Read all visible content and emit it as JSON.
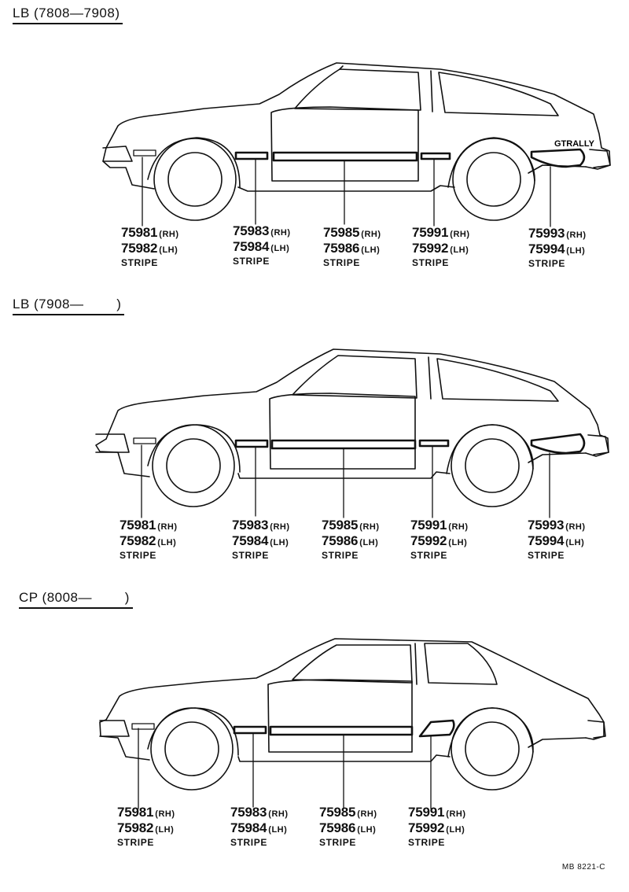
{
  "sections": [
    {
      "heading": "LB (7808—7908)",
      "badge": "GTRALLY",
      "callouts": [
        {
          "rh": "75981",
          "rh_side": "(RH)",
          "lh": "75982",
          "lh_side": "(LH)",
          "desc": "STRIPE"
        },
        {
          "rh": "75983",
          "rh_side": "(RH)",
          "lh": "75984",
          "lh_side": "(LH)",
          "desc": "STRIPE"
        },
        {
          "rh": "75985",
          "rh_side": "(RH)",
          "lh": "75986",
          "lh_side": "(LH)",
          "desc": "STRIPE"
        },
        {
          "rh": "75991",
          "rh_side": "(RH)",
          "lh": "75992",
          "lh_side": "(LH)",
          "desc": "STRIPE"
        },
        {
          "rh": "75993",
          "rh_side": "(RH)",
          "lh": "75994",
          "lh_side": "(LH)",
          "desc": "STRIPE"
        }
      ]
    },
    {
      "heading": "LB (7908—        )",
      "callouts": [
        {
          "rh": "75981",
          "rh_side": "(RH)",
          "lh": "75982",
          "lh_side": "(LH)",
          "desc": "STRIPE"
        },
        {
          "rh": "75983",
          "rh_side": "(RH)",
          "lh": "75984",
          "lh_side": "(LH)",
          "desc": "STRIPE"
        },
        {
          "rh": "75985",
          "rh_side": "(RH)",
          "lh": "75986",
          "lh_side": "(LH)",
          "desc": "STRIPE"
        },
        {
          "rh": "75991",
          "rh_side": "(RH)",
          "lh": "75992",
          "lh_side": "(LH)",
          "desc": "STRIPE"
        },
        {
          "rh": "75993",
          "rh_side": "(RH)",
          "lh": "75994",
          "lh_side": "(LH)",
          "desc": "STRIPE"
        }
      ]
    },
    {
      "heading": "CP (8008—        )",
      "callouts": [
        {
          "rh": "75981",
          "rh_side": "(RH)",
          "lh": "75982",
          "lh_side": "(LH)",
          "desc": "STRIPE"
        },
        {
          "rh": "75983",
          "rh_side": "(RH)",
          "lh": "75984",
          "lh_side": "(LH)",
          "desc": "STRIPE"
        },
        {
          "rh": "75985",
          "rh_side": "(RH)",
          "lh": "75986",
          "lh_side": "(LH)",
          "desc": "STRIPE"
        },
        {
          "rh": "75991",
          "rh_side": "(RH)",
          "lh": "75992",
          "lh_side": "(LH)",
          "desc": "STRIPE"
        }
      ]
    }
  ],
  "footer_code": "MB 8221-C"
}
